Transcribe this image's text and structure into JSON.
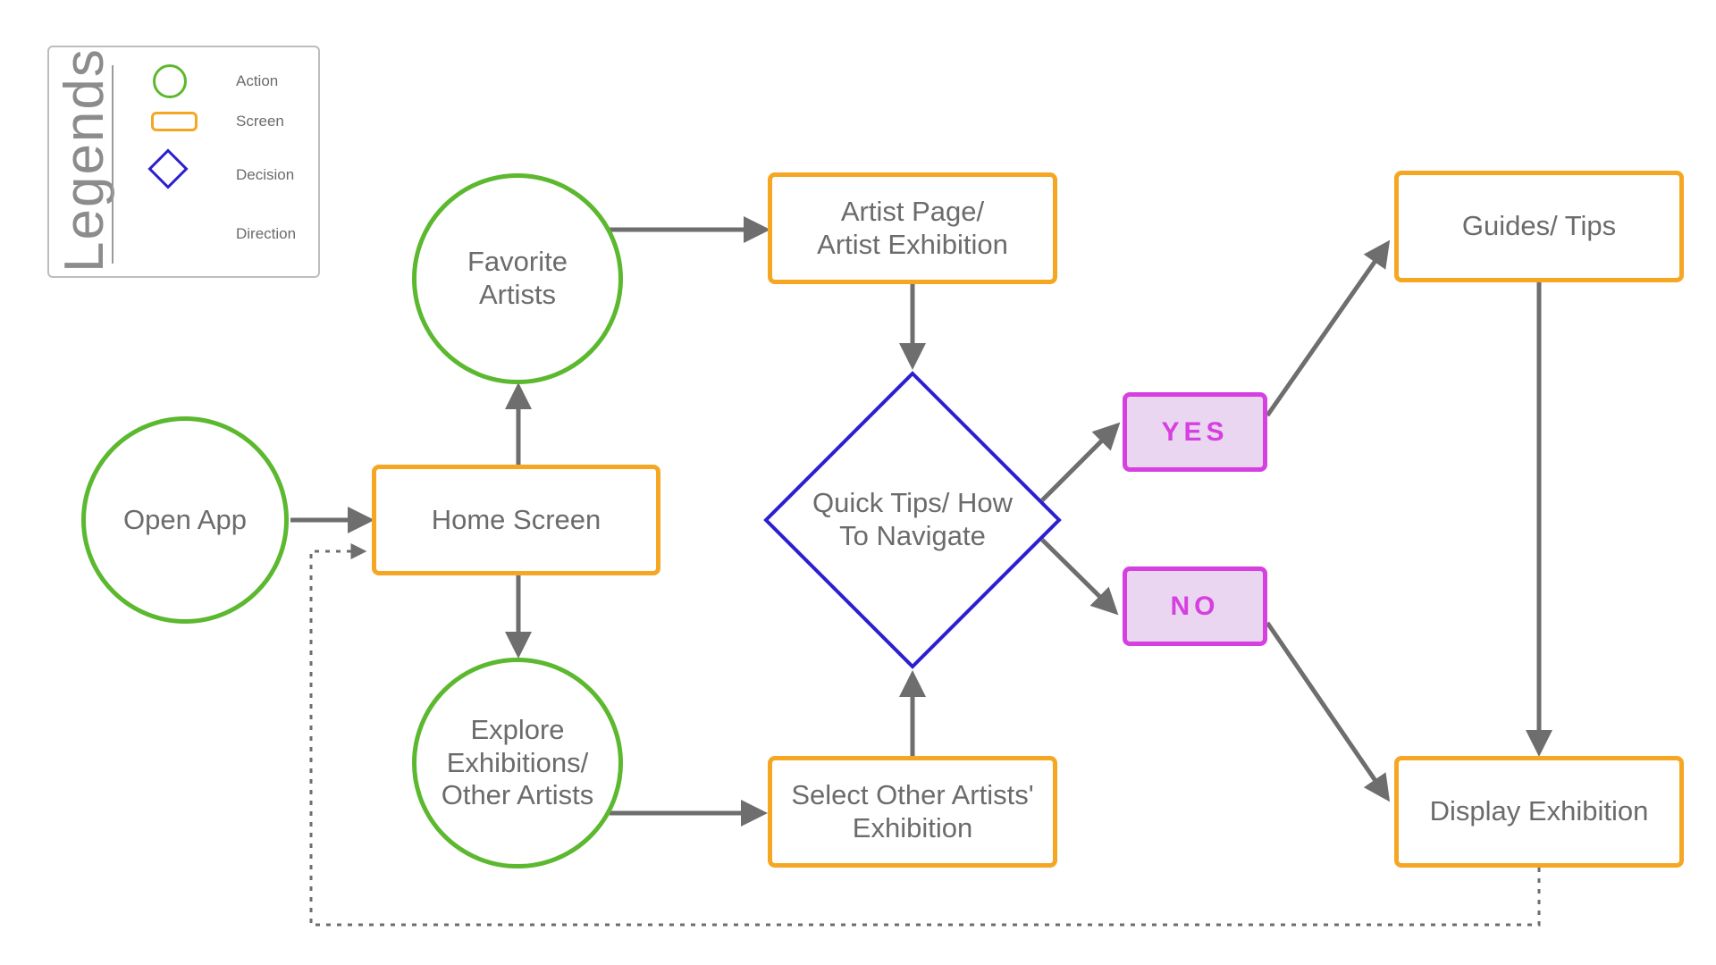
{
  "legend": {
    "title": "Legends",
    "items": [
      {
        "label": "Action",
        "icon": "green-circle-icon"
      },
      {
        "label": "Screen",
        "icon": "orange-rounded-rect-icon"
      },
      {
        "label": "Decision",
        "icon": "blue-diamond-icon"
      },
      {
        "label": "Direction",
        "icon": "arrow-icon"
      }
    ]
  },
  "nodes": {
    "open_app": "Open App",
    "home_screen": "Home Screen",
    "favorite_artists": "Favorite Artists",
    "explore_exhibitions": "Explore Exhibitions/ Other Artists",
    "artist_page": "Artist Page/ Artist Exhibition",
    "select_other": "Select Other Artists' Exhibition",
    "quick_tips": "Quick Tips/ How To Navigate",
    "yes": "YES",
    "no": "NO",
    "guides_tips": "Guides/ Tips",
    "display_exhibition": "Display Exhibition"
  },
  "colors": {
    "action": "#5bb82f",
    "screen": "#f5a623",
    "decision": "#2b1fd0",
    "answer_border": "#d63fe0",
    "answer_fill": "#ead6f0",
    "arrow": "#6e6e6e",
    "text": "#6b6b6b"
  }
}
